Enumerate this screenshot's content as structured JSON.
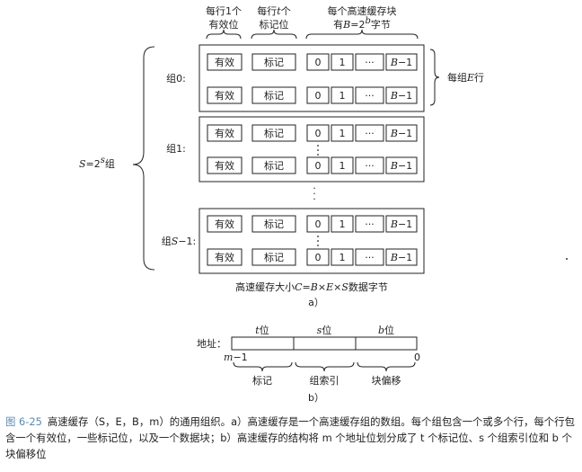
{
  "headers": {
    "valid_line1": "每行1个",
    "valid_line2": "有效位",
    "tag_line1_a": "每行",
    "tag_line1_t": "t",
    "tag_line1_b": "个",
    "tag_line2": "标记位",
    "block_line1": "每个高速缓存块",
    "block_line2_a": "有",
    "block_line2_B": "B",
    "block_line2_eq": "=2",
    "block_line2_b": "b",
    "block_line2_c": "字节"
  },
  "cell": {
    "valid": "有效",
    "tag": "标记",
    "zero": "0",
    "one": "1",
    "dots": "···",
    "last_B": "B",
    "last_minus": "−1"
  },
  "groups": {
    "set0_a": "组0:",
    "set1_a": "组1:",
    "setS_a": "组",
    "setS_S": "S",
    "setS_b": "−1:",
    "per_set_a": "每组",
    "per_set_E": "E",
    "per_set_b": "行"
  },
  "total_sets": {
    "S": "S",
    "eq": "=2",
    "s": "s",
    "label": "组"
  },
  "size_line": {
    "a": "高速缓存大小",
    "C": "C",
    "eq": "=",
    "B": "B",
    "x1": "×",
    "E": "E",
    "x2": "×",
    "S": "S",
    "rest": "数据字节"
  },
  "label_a": "a）",
  "address": {
    "label": "地址：",
    "t_field": "t",
    "s_field": "s",
    "b_field": "b",
    "field_suffix": "位",
    "m": "m",
    "m_minus": "−1",
    "zero": "0",
    "tag": "标记",
    "set_index": "组索引",
    "block_offset": "块偏移"
  },
  "label_b": "b）",
  "caption": {
    "number": "图 6-25",
    "text": "高速缓存（S，E，B，m）的通用组织。a）高速缓存是一个高速缓存组的数组。每个组包含一个或多个行，每个行包含一个有效位，一些标记位，以及一个数据块；b）高速缓存的结构将 m 个地址位划分成了 t 个标记位、s 个组索引位和 b 个块偏移位"
  }
}
